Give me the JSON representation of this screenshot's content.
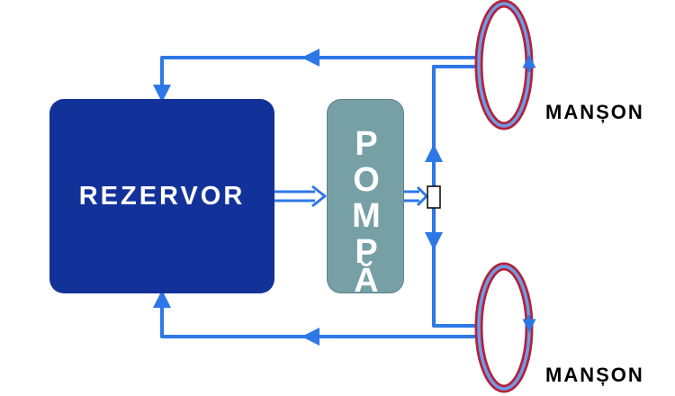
{
  "reservoir": {
    "label": "REZERVOR"
  },
  "pump": {
    "letters": [
      "P",
      "O",
      "M",
      "P",
      "Ă"
    ]
  },
  "sleeves": [
    {
      "label": "MANȘON"
    },
    {
      "label": "MANȘON"
    }
  ],
  "colors": {
    "reservoir": "#12329a",
    "pump": "#77a0a6",
    "pipe": "#2d78e6",
    "sleeve_outer": "#b1243a",
    "sleeve_inner": "#6f9be8"
  }
}
